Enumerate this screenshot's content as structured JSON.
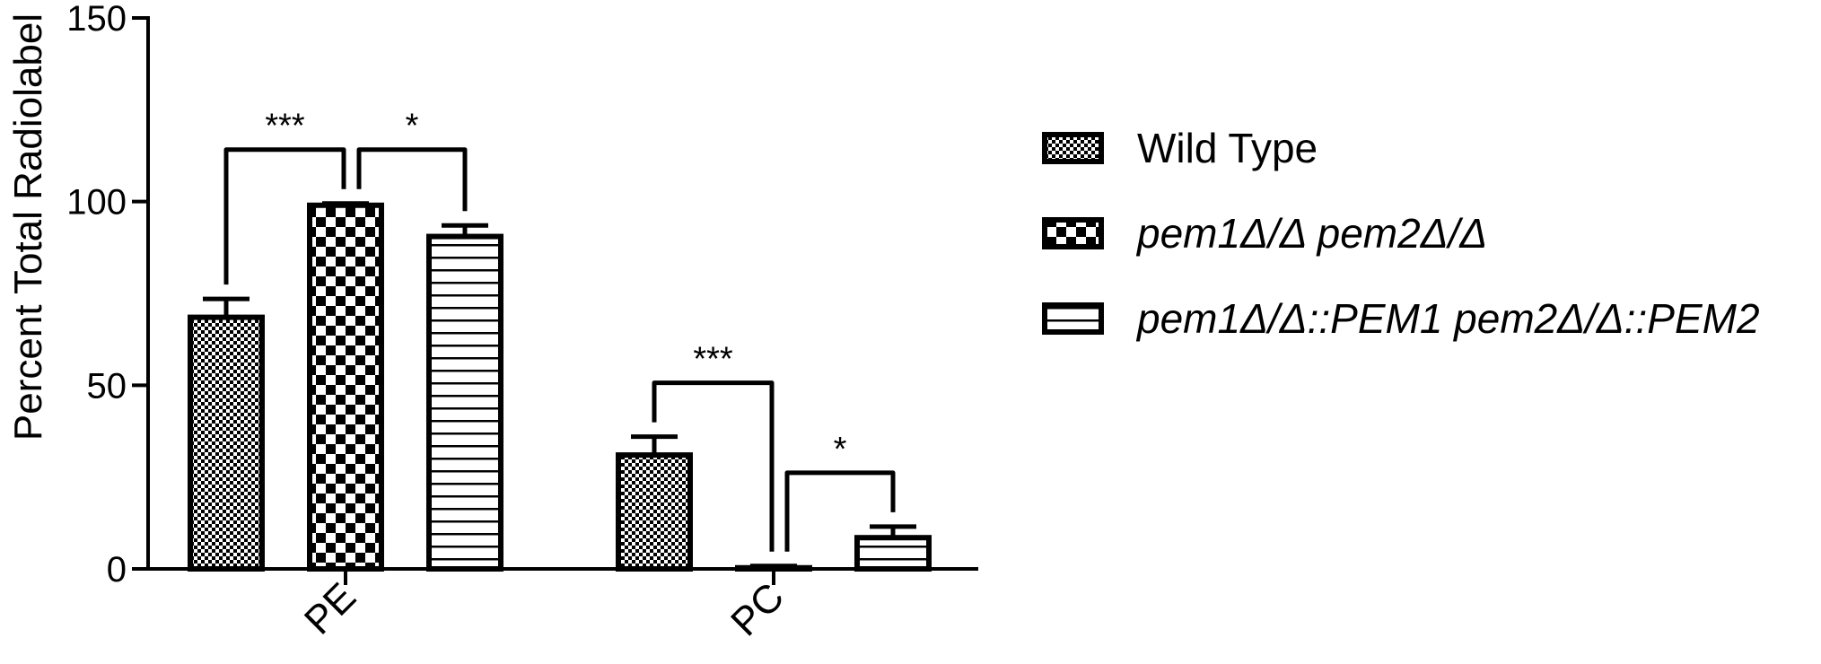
{
  "chart_data": {
    "type": "bar",
    "ylabel": "Percent Total Radiolabel",
    "xlabel": "",
    "title": "",
    "ylim": [
      0,
      150
    ],
    "yticks": [
      0,
      50,
      100,
      150
    ],
    "categories": [
      "PE",
      "PC"
    ],
    "legend_position": "right",
    "grid": false,
    "series": [
      {
        "name": "Wild Type",
        "pattern": "fine-checker",
        "values": [
          68.5,
          31
        ],
        "errors": [
          5,
          5
        ]
      },
      {
        "name": "pem1Δ/Δ pem2Δ/Δ",
        "pattern": "coarse-checker",
        "values": [
          99,
          0.3
        ],
        "errors": [
          0.5,
          0.5
        ]
      },
      {
        "name": "pem1Δ/Δ::PEM1 pem2Δ/Δ::PEM2",
        "pattern": "horizontal-stripes",
        "values": [
          90.5,
          8.5
        ],
        "errors": [
          3,
          3
        ]
      }
    ],
    "annotations": [
      {
        "label": "***",
        "category": "PE",
        "from_series": 0,
        "to_series": 1
      },
      {
        "label": "*",
        "category": "PE",
        "from_series": 1,
        "to_series": 2
      },
      {
        "label": "***",
        "category": "PC",
        "from_series": 0,
        "to_series": 1
      },
      {
        "label": "*",
        "category": "PC",
        "from_series": 1,
        "to_series": 2
      }
    ]
  }
}
